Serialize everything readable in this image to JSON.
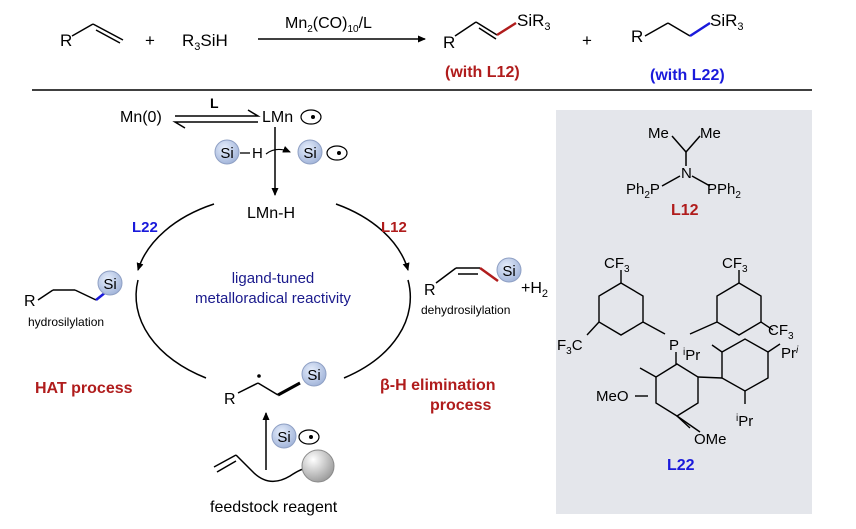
{
  "equation": {
    "reactant_r": "R",
    "plus1": "+",
    "silane": "R3SiH",
    "catalyst": "Mn2(CO)10/L",
    "product1_sir3": "SiR3",
    "product1_r": "R",
    "plus2": "+",
    "product2_r": "R",
    "product2_sir3": "SiR3",
    "with_l12_prefix": "(with ",
    "with_l12_name": "L12",
    "with_l12_suffix": ")",
    "with_l22": "(with L22)"
  },
  "cycle": {
    "mn0": "Mn(0)",
    "ligand_l": "L",
    "lmn_radical": "LMn",
    "si_left": "Si",
    "h": "H",
    "si_right": "Si",
    "lmnh": "LMn-H",
    "center_line1": "ligand-tuned",
    "center_line2": "metalloradical reactivity",
    "branch_left": "L22",
    "branch_right": "L12",
    "hydro_r": "R",
    "hydro_si": "Si",
    "hydro_label": "hydrosilylation",
    "dehydro_r": "R",
    "dehydro_si": "Si",
    "dehydro_h2": "+H2",
    "dehydro_label": "dehydrosilylation",
    "hat": "HAT process",
    "beta_line1": "β-H elimination",
    "beta_line2": "process",
    "radical_r": "R",
    "radical_si": "Si",
    "feed_si": "Si",
    "feedstock": "feedstock reagent"
  },
  "panel": {
    "l12_me1": "Me",
    "l12_me2": "Me",
    "l12_n": "N",
    "l12_left": "Ph2P",
    "l12_right": "PPh2",
    "l12_name": "L12",
    "cf3_top_left": "CF3",
    "cf3_top_right": "CF3",
    "cf3_left": "F3C",
    "cf3_right": "CF3",
    "p": "P",
    "ipr_top": "iPr",
    "pri_right": "Pri",
    "ipr_bottom": "iPr",
    "ome_left": "MeO",
    "ome_bottom": "OMe",
    "l22_name": "L22"
  },
  "colors": {
    "red": "#b01c1c",
    "blue": "#1a1adb",
    "panel_bg": "#e4e6eb",
    "si_ball": "#b9c9e6"
  }
}
